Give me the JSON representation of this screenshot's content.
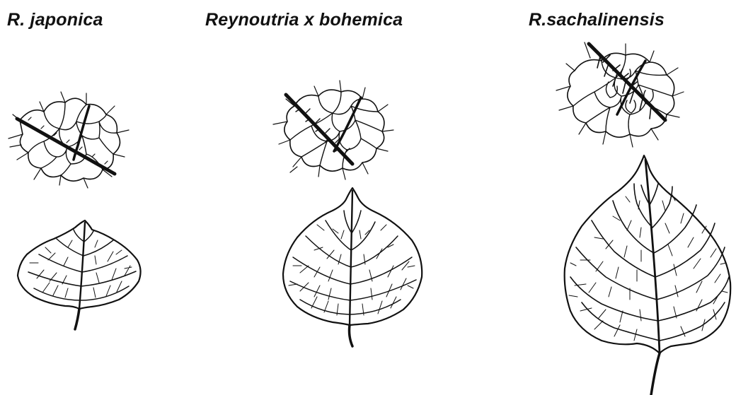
{
  "panels": [
    {
      "species": "R. japonica"
    },
    {
      "species": "Reynoutria x bohemica"
    },
    {
      "species": "R.sachalinensis"
    }
  ],
  "colors": {
    "ink": "#111111",
    "background": "#ffffff"
  }
}
